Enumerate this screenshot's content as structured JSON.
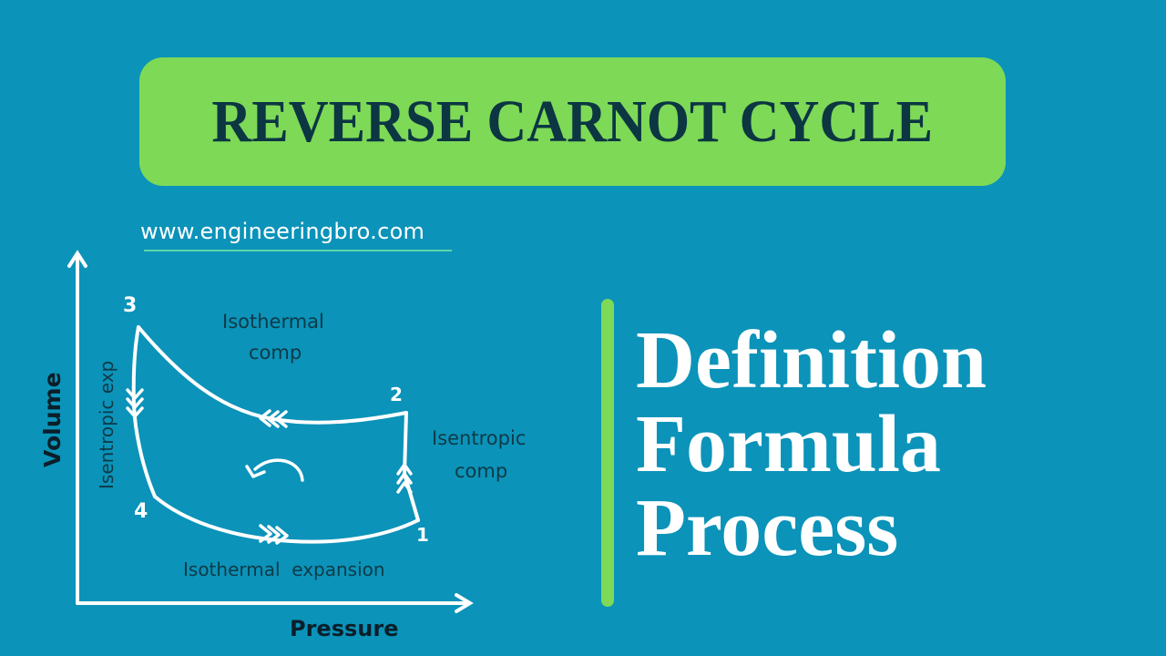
{
  "banner": {
    "title": "REVERSE CARNOT CYCLE"
  },
  "website": {
    "url": "www.engineeringbro.com"
  },
  "diagram": {
    "x_axis_label": "Pressure",
    "y_axis_label": "Volume",
    "points": {
      "p1": "1",
      "p2": "2",
      "p3": "3",
      "p4": "4"
    },
    "process_labels": {
      "isothermal_comp_line1": "Isothermal",
      "isothermal_comp_line2": "comp",
      "isentropic_comp_line1": "Isentropic",
      "isentropic_comp_line2": "comp",
      "isentropic_exp": "Isentropic exp",
      "isothermal_expansion": "Isothermal  expansion"
    }
  },
  "topics": {
    "items": [
      "Definition",
      "Formula",
      "Process"
    ]
  },
  "colors": {
    "background": "#0b93b9",
    "banner": "#7ed957",
    "banner_text": "#0b3642",
    "accent_bar": "#7ed957",
    "label_text": "#0e3a47"
  }
}
